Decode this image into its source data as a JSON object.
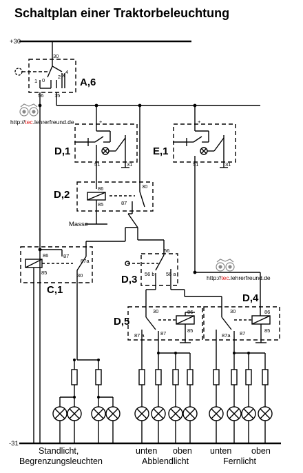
{
  "title": "Schaltplan einer Traktorbeleuchtung",
  "rails": {
    "plus": "+30",
    "minus": "-31"
  },
  "watermark": {
    "prefix": "http://",
    "highlight": "tec",
    "suffix": ".lehrerfreund.de"
  },
  "components": {
    "a6": "A,6",
    "d1": "D,1",
    "e1": "E,1",
    "d2": "D,2",
    "c1": "C,1",
    "d3": "D,3",
    "d4": "D,4",
    "d5": "D,5"
  },
  "pins": {
    "a6_30": "30",
    "a6_1": "1",
    "a6_0": "0",
    "a6_2": "2",
    "a6_3": "3",
    "a6_4": "4",
    "a6_56": "56",
    "a6_15": "15",
    "d1_plus": "+",
    "d1_51": "51",
    "d1_31": "31",
    "e1_plus": "+",
    "e1_51": "51",
    "e1_31": "31",
    "d2_86": "86",
    "d2_85": "85",
    "d2_30": "30",
    "d2_87": "87",
    "c1_86": "86",
    "c1_85": "85",
    "c1_87": "87",
    "c1_87a": "87a",
    "c1_30": "30",
    "d3_56": "56",
    "d3_56b": "56 b",
    "d3_56a": "56 a",
    "d5_30": "30",
    "d5_86": "86",
    "d5_85": "85",
    "d5_87a": "87 a",
    "d5_87": "87",
    "d4_30": "30",
    "d4_86": "86",
    "d4_85": "85",
    "d4_87a": "87a",
    "d4_87": "87"
  },
  "masse": "Masse",
  "lamp_labels": {
    "unten1": "unten",
    "oben1": "oben",
    "unten2": "unten",
    "oben2": "oben"
  },
  "groups": {
    "standlicht": "Standlicht,",
    "begrenzung": "Begrenzungsleuchten",
    "abblendlicht": "Abblendlicht",
    "fernlicht": "Fernlicht"
  }
}
